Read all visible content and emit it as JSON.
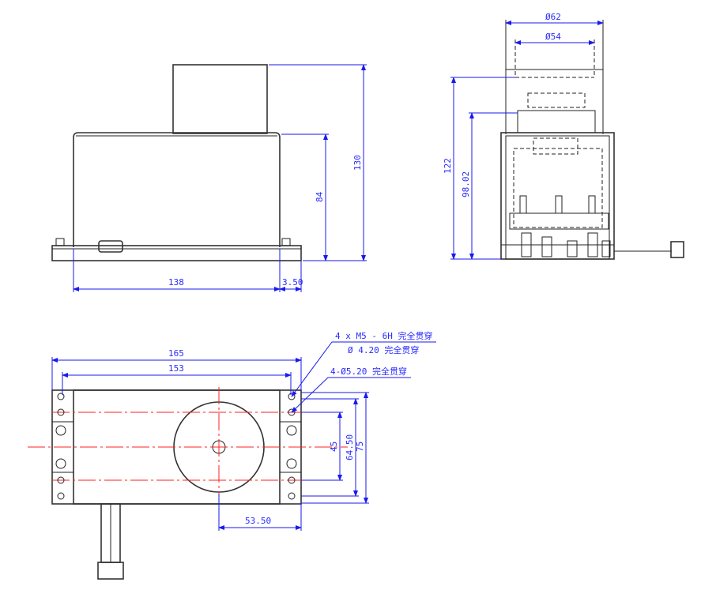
{
  "front_view": {
    "dims": {
      "width_body": "138",
      "base_offset": "3.50",
      "body_height": "84",
      "total_height": "130"
    }
  },
  "side_view": {
    "dims": {
      "outer_diameter": "62",
      "inner_diameter": "54",
      "total_height": "122",
      "body_height": "98.02"
    },
    "diameter_symbol": "Ø"
  },
  "bottom_view": {
    "dims": {
      "overall_length": "165",
      "hole_spacing": "153",
      "inner_spacing": "45",
      "mid_spacing": "64.50",
      "overall_width": "75",
      "center_offset": "53.50"
    },
    "notes": {
      "thread_note": "4 x  M5 - 6H 完全贯穿",
      "drill_note": "Ø 4.20 完全贯穿",
      "hole_note": "4-Ø5.20 完全贯穿"
    }
  },
  "colors": {
    "dimension": "#1a1aee",
    "centerline": "#ff2020",
    "outline": "#222222"
  }
}
